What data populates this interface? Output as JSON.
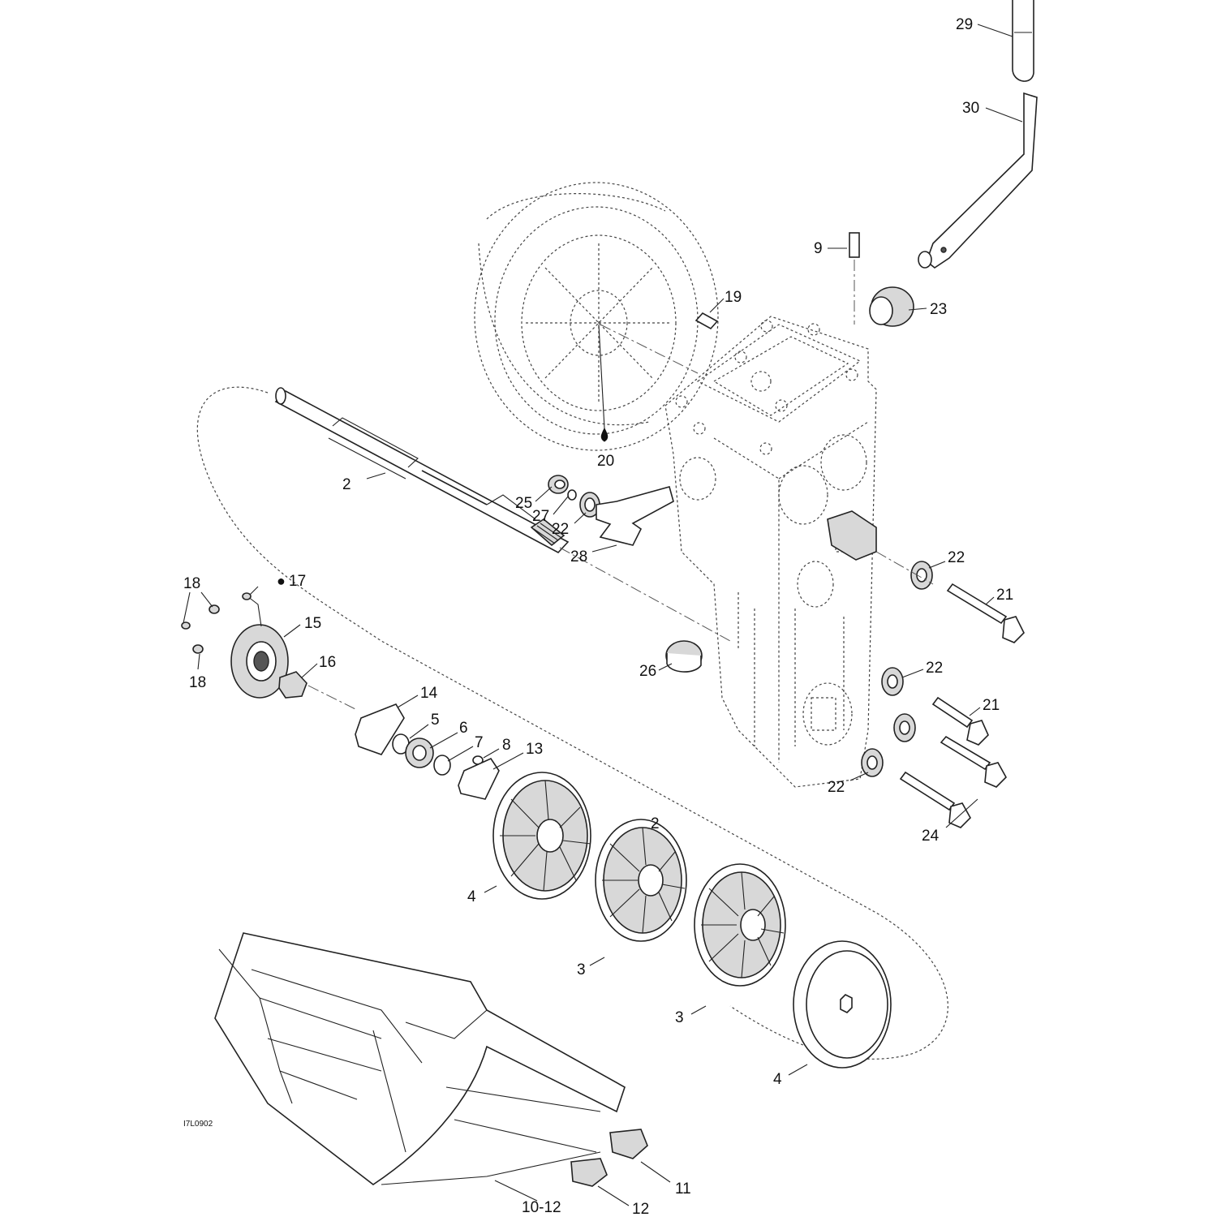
{
  "diagram_code": "I7L0902",
  "callouts": [
    {
      "id": "c29",
      "text": "29"
    },
    {
      "id": "c30",
      "text": "30"
    },
    {
      "id": "c9",
      "text": "9"
    },
    {
      "id": "c19",
      "text": "19"
    },
    {
      "id": "c23",
      "text": "23"
    },
    {
      "id": "c20",
      "text": "20"
    },
    {
      "id": "c2a",
      "text": "2"
    },
    {
      "id": "c25",
      "text": "25"
    },
    {
      "id": "c27",
      "text": "27"
    },
    {
      "id": "c22a",
      "text": "22"
    },
    {
      "id": "c28",
      "text": "28"
    },
    {
      "id": "c22b",
      "text": "22"
    },
    {
      "id": "c21a",
      "text": "21"
    },
    {
      "id": "c18a",
      "text": "18"
    },
    {
      "id": "c17",
      "text": "17"
    },
    {
      "id": "c15",
      "text": "15"
    },
    {
      "id": "c16",
      "text": "16"
    },
    {
      "id": "c18b",
      "text": "18"
    },
    {
      "id": "c26",
      "text": "26"
    },
    {
      "id": "c22c",
      "text": "22"
    },
    {
      "id": "c14",
      "text": "14"
    },
    {
      "id": "c21b",
      "text": "21"
    },
    {
      "id": "c5",
      "text": "5"
    },
    {
      "id": "c6",
      "text": "6"
    },
    {
      "id": "c7",
      "text": "7"
    },
    {
      "id": "c8",
      "text": "8"
    },
    {
      "id": "c13",
      "text": "13"
    },
    {
      "id": "c22d",
      "text": "22"
    },
    {
      "id": "c2b",
      "text": "2"
    },
    {
      "id": "c24",
      "text": "24"
    },
    {
      "id": "c4a",
      "text": "4"
    },
    {
      "id": "c3a",
      "text": "3"
    },
    {
      "id": "c3b",
      "text": "3"
    },
    {
      "id": "c4b",
      "text": "4"
    },
    {
      "id": "c11",
      "text": "11"
    },
    {
      "id": "c10-12",
      "text": "10-12"
    },
    {
      "id": "c12",
      "text": "12"
    }
  ]
}
